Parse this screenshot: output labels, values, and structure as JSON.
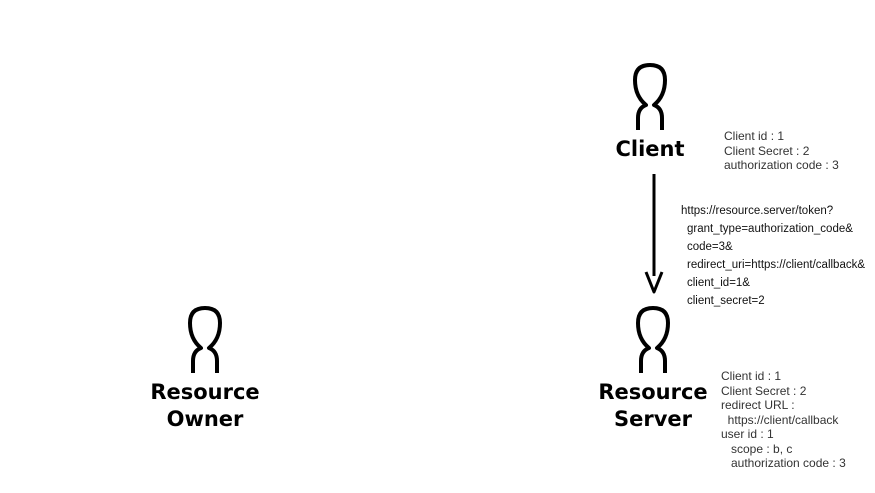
{
  "actors": {
    "client": {
      "label": "Client"
    },
    "resource_owner": {
      "label_lines": [
        "Resource",
        "Owner"
      ]
    },
    "resource_server": {
      "label_lines": [
        "Resource",
        "Server"
      ]
    }
  },
  "client_notes": [
    "Client id : 1",
    "Client Secret : 2",
    "authorization code : 3"
  ],
  "request": {
    "url": "https://resource.server/token?",
    "params": [
      "grant_type=authorization_code&",
      "code=3&",
      "redirect_uri=https://client/callback&",
      "client_id=1&",
      "client_secret=2"
    ]
  },
  "server_notes": [
    "Client id : 1",
    "Client Secret : 2",
    "redirect URL :",
    "  https://client/callback",
    "user id : 1",
    "   scope : b, c",
    "   authorization code : 3"
  ]
}
